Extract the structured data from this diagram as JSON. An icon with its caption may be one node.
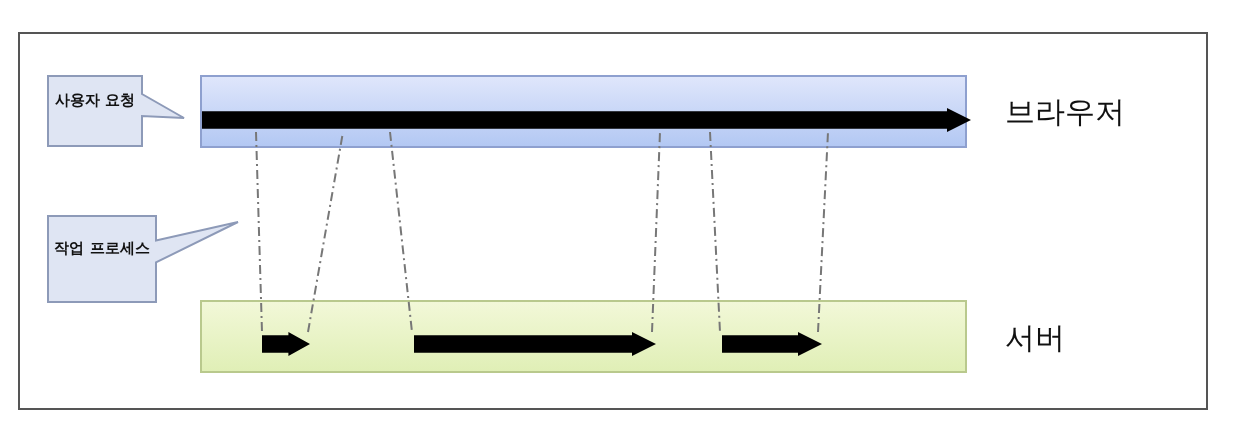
{
  "diagram": {
    "nodes": [
      {
        "text": [
          "사용자 요청"
        ]
      },
      {
        "text": [],
        "shape": "bar",
        "beside": [
          "브라우저"
        ]
      },
      {
        "text": [],
        "shape": "arrow",
        "in": 1
      },
      {
        "text": [
          "작업 프로세스"
        ]
      },
      {
        "text": [],
        "shape": "bar",
        "beside": [
          "서버"
        ]
      },
      {
        "text": [],
        "shape": "arrow",
        "in": 4
      },
      {
        "text": [],
        "shape": "arrow",
        "in": 4
      },
      {
        "text": [],
        "shape": "arrow",
        "in": 4
      }
    ],
    "edges": [
      {
        "from": 2,
        "to": 5,
        "arrow": "none",
        "style": "dashed"
      },
      {
        "from": 5,
        "to": 2,
        "arrow": "none",
        "style": "dashed"
      },
      {
        "from": 2,
        "to": 6,
        "arrow": "none",
        "style": "dashed"
      },
      {
        "from": 6,
        "to": 2,
        "arrow": "none",
        "style": "dashed"
      },
      {
        "from": 2,
        "to": 7,
        "arrow": "none",
        "style": "dashed"
      },
      {
        "from": 7,
        "to": 2,
        "arrow": "none",
        "style": "dashed"
      }
    ]
  }
}
